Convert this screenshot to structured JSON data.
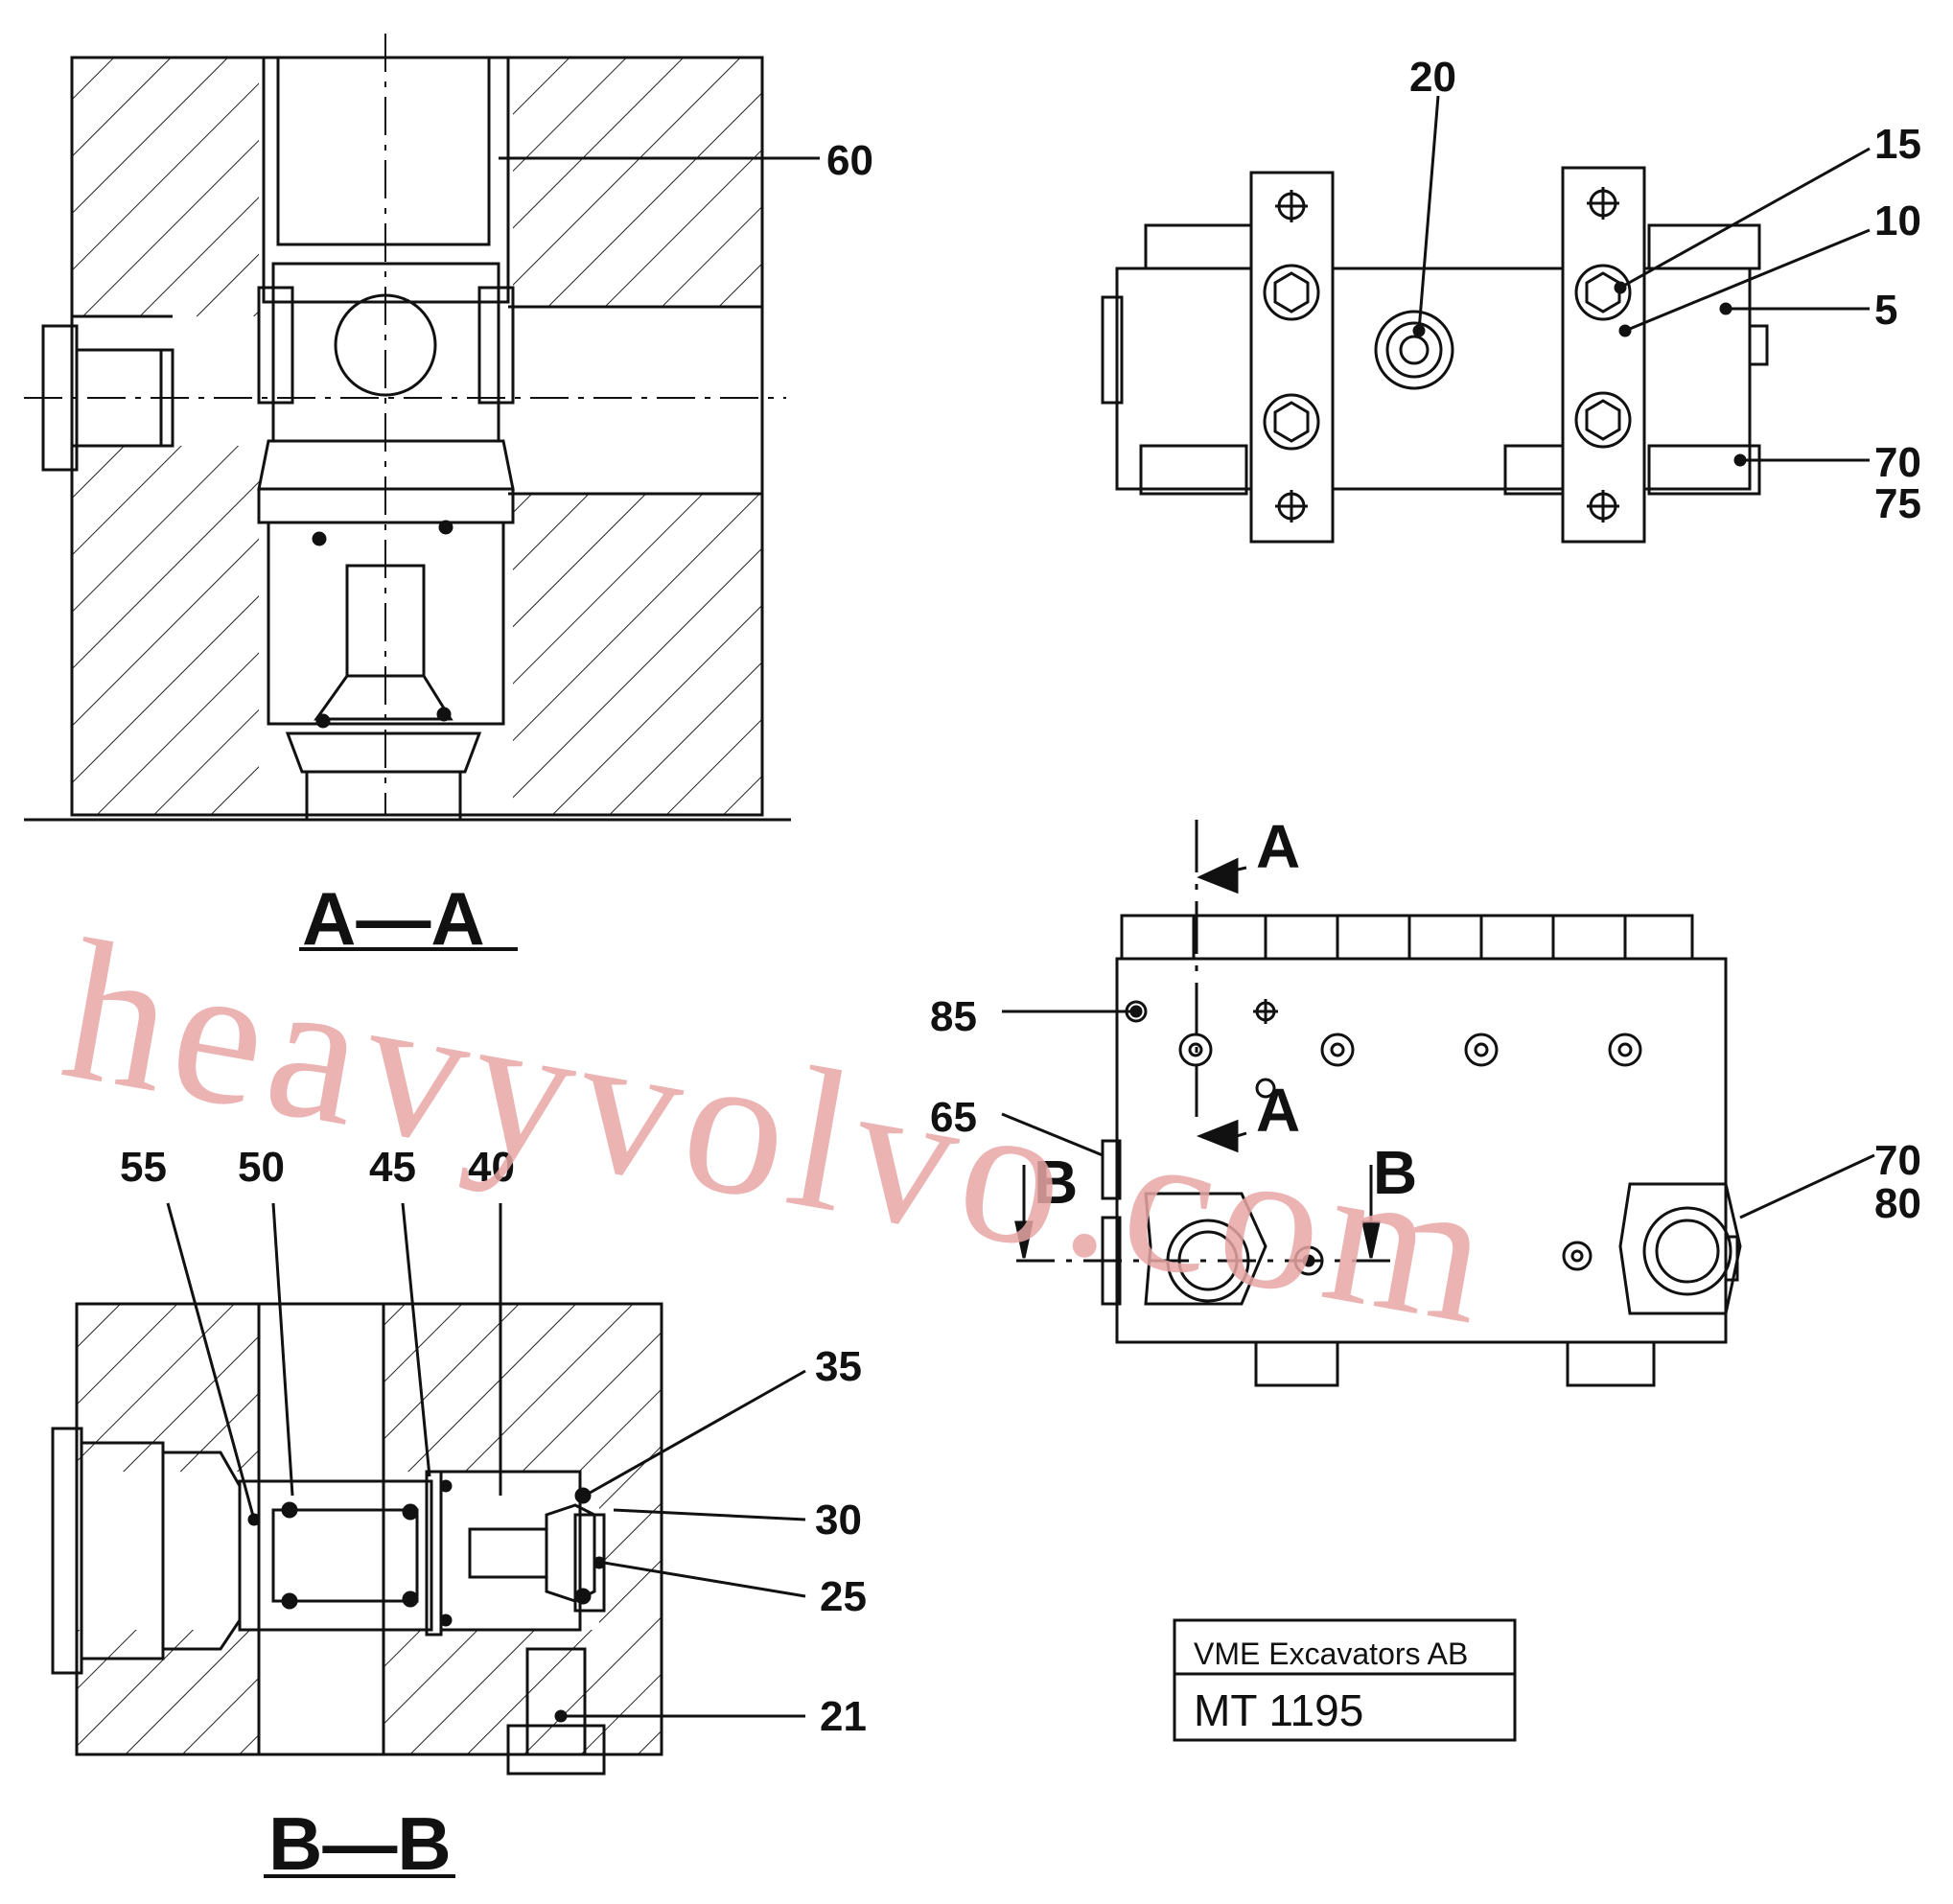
{
  "sections": {
    "aa_title": "A—A",
    "bb_title": "B—B",
    "cut_a_upper": "A",
    "cut_a_lower": "A",
    "cut_b_left": "B",
    "cut_b_right": "B"
  },
  "callouts": {
    "c60": "60",
    "c20": "20",
    "c15": "15",
    "c10": "10",
    "c5": "5",
    "c70a": "70",
    "c75": "75",
    "c85": "85",
    "c65": "65",
    "c70b": "70",
    "c80": "80",
    "c55": "55",
    "c50": "50",
    "c45": "45",
    "c40": "40",
    "c35": "35",
    "c30": "30",
    "c25": "25",
    "c21": "21"
  },
  "title_block": {
    "company": "VME Excavators AB",
    "code": "MT 1195"
  },
  "watermark": "heavyvolvo.com"
}
